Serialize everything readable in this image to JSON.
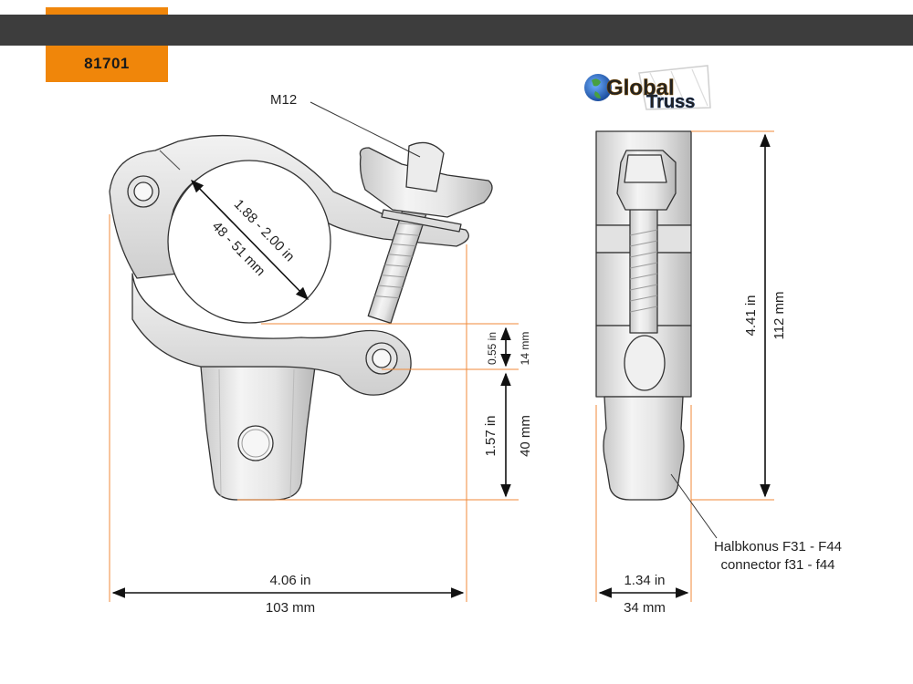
{
  "header": {
    "product_code": "81701"
  },
  "brand": {
    "line1": "Global",
    "line2": "Truss",
    "color_primary": "#f0a020",
    "color_secondary": "#2a6ac0"
  },
  "colors": {
    "accent": "#f0860a",
    "bar": "#3d3d3d",
    "dim_line": "#f08a3a"
  },
  "labels": {
    "bolt": "M12",
    "tube_in": "1.88 - 2.00 in",
    "tube_mm": "48 - 51 mm",
    "gap_in": "0.55 in",
    "gap_mm": "14 mm",
    "spigot_in": "1.57 in",
    "spigot_mm": "40 mm",
    "width_in": "4.06 in",
    "width_mm": "103 mm",
    "height_in": "4.41 in",
    "height_mm": "112 mm",
    "depth_in": "1.34 in",
    "depth_mm": "34 mm",
    "connector_de": "Halbkonus F31 - F44",
    "connector_en": "connector f31 - f44"
  }
}
